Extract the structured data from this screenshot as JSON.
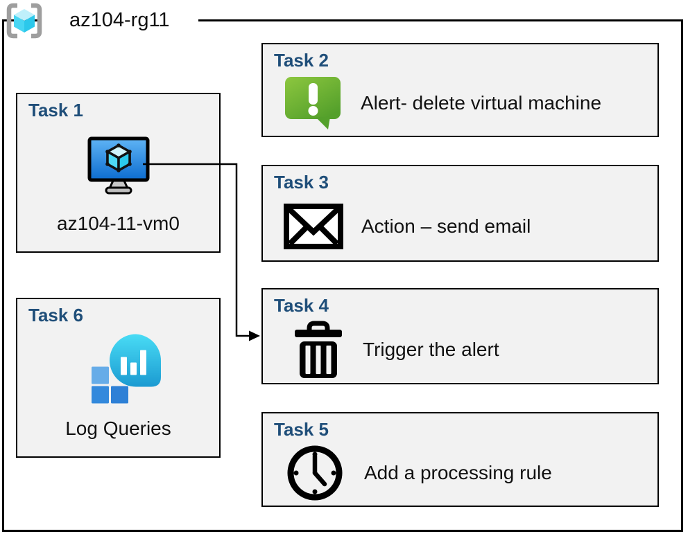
{
  "resource_group": {
    "name": "az104-rg11",
    "icon": "resource-group-icon"
  },
  "tasks": [
    {
      "heading": "Task 1",
      "label": "az104-11-vm0",
      "icon": "virtual-machine-icon"
    },
    {
      "heading": "Task 2",
      "label": "Alert- delete virtual machine",
      "icon": "alert-message-icon"
    },
    {
      "heading": "Task 3",
      "label": "Action – send email",
      "icon": "email-envelope-icon"
    },
    {
      "heading": "Task 4",
      "label": "Trigger the alert",
      "icon": "trash-icon"
    },
    {
      "heading": "Task 5",
      "label": "Add a processing rule",
      "icon": "clock-icon"
    },
    {
      "heading": "Task 6",
      "label": "Log Queries",
      "icon": "log-queries-icon"
    }
  ],
  "connector": {
    "from": "task1-virtual-machine",
    "to": "task4",
    "style": "elbow-arrow"
  },
  "colors": {
    "heading_navy": "#1F4E79",
    "box_background": "#F2F2F2",
    "box_border": "#000000",
    "alert_green_light": "#8DC73F",
    "alert_green_dark": "#54A02B",
    "vm_screen_blue_light": "#5FB4F5",
    "vm_screen_blue_dark": "#0C6CCF",
    "rg_bracket_gray": "#9E9E9E",
    "rg_cube_top": "#BFF0FB",
    "rg_cube_left": "#48D6F3",
    "rg_cube_right": "#2CC8EB",
    "log_bubble_light": "#49DCF5",
    "log_bubble_dark": "#1B9AD1",
    "log_square_light": "#66ACE8",
    "log_square_blue": "#3389DC"
  }
}
